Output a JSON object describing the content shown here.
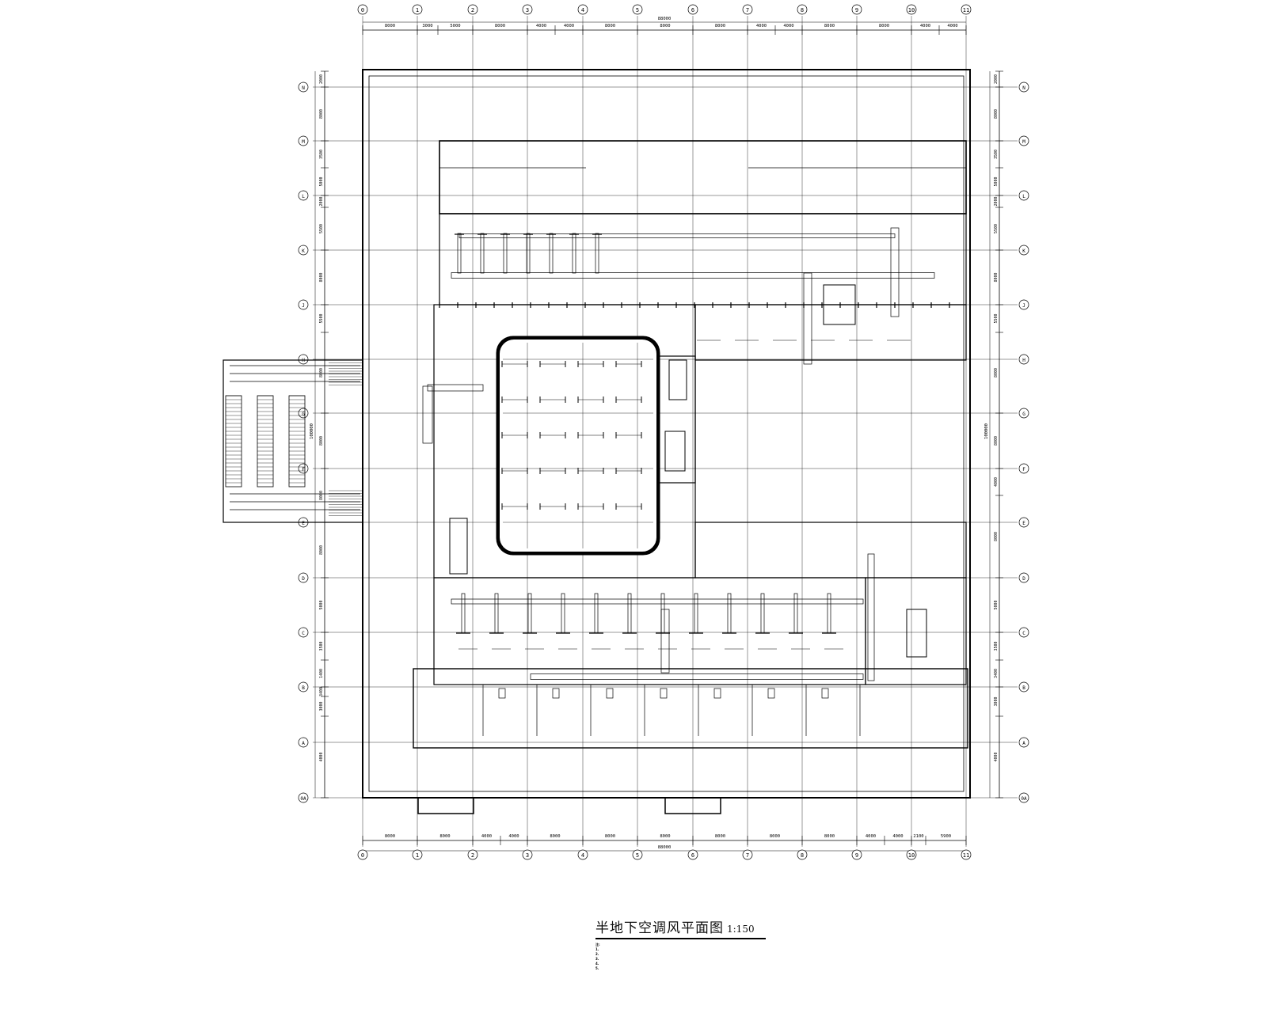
{
  "drawing": {
    "title": "半地下空调风平面图",
    "scale": "1:150",
    "notes_heading": "注:",
    "notes": [
      "1.",
      "2.",
      "3.",
      "4.",
      "5."
    ]
  },
  "grid": {
    "columns": [
      "0",
      "1",
      "2",
      "3",
      "4",
      "5",
      "6",
      "7",
      "8",
      "9",
      "10",
      "11"
    ],
    "rows": [
      "N",
      "M",
      "L",
      "K",
      "J",
      "H",
      "G",
      "F",
      "E",
      "D",
      "C",
      "B",
      "A",
      "0A"
    ]
  },
  "dimensions": {
    "top_total": "88000",
    "top": [
      "8000",
      "3000",
      "5000",
      "8000",
      "4000",
      "4000",
      "8000",
      "8000",
      "8000",
      "4000",
      "4000",
      "8000",
      "8000",
      "4000",
      "4000"
    ],
    "bottom_total": "88000",
    "bottom": [
      "8000",
      "8000",
      "4000",
      "4000",
      "8000",
      "8000",
      "8000",
      "8000",
      "8000",
      "8000",
      "4000",
      "4000",
      "2100",
      "5900"
    ],
    "left_total": "100000",
    "left": [
      "2000",
      "8000",
      "3500",
      "5000",
      "2000",
      "5500",
      "8000",
      "5500",
      "8000",
      "8000",
      "8000",
      "8000",
      "5000",
      "3500",
      "1400",
      "3400",
      "3000",
      "4000"
    ],
    "right_total": "100000",
    "right": [
      "2000",
      "8000",
      "3500",
      "5000",
      "2000",
      "5500",
      "8000",
      "5500",
      "8000",
      "8000",
      "4000",
      "8000",
      "5000",
      "3500",
      "3400",
      "3000",
      "4000"
    ]
  },
  "colors": {
    "line": "#000000",
    "background": "#ffffff"
  }
}
